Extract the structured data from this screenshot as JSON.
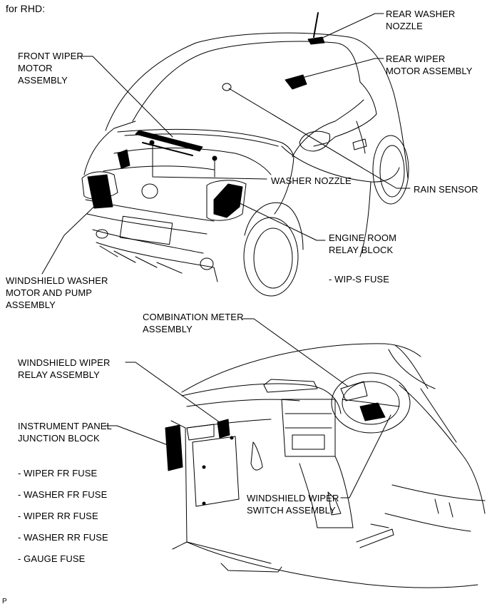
{
  "header": {
    "variant": "for RHD:"
  },
  "footer": {
    "code": "P"
  },
  "labels": {
    "rear_washer_nozzle": [
      "REAR WASHER",
      "NOZZLE"
    ],
    "rear_wiper_motor": [
      "REAR WIPER",
      "MOTOR ASSEMBLY"
    ],
    "front_wiper_motor": [
      "FRONT WIPER",
      "MOTOR",
      "ASSEMBLY"
    ],
    "washer_nozzle": "WASHER NOZZLE",
    "rain_sensor": "RAIN SENSOR",
    "engine_room_relay": [
      "ENGINE ROOM",
      "RELAY BLOCK"
    ],
    "wip_s_fuse": "- WIP-S FUSE",
    "windshield_washer_motor": [
      "WINDSHIELD WASHER",
      "MOTOR AND PUMP",
      "ASSEMBLY"
    ],
    "combination_meter": [
      "COMBINATION METER",
      "ASSEMBLY"
    ],
    "windshield_wiper_relay": [
      "WINDSHIELD WIPER",
      "RELAY ASSEMBLY"
    ],
    "instrument_panel_jb": [
      "INSTRUMENT PANEL",
      "JUNCTION BLOCK"
    ],
    "fuses": [
      "- WIPER FR FUSE",
      "- WASHER FR FUSE",
      "- WIPER RR FUSE",
      "- WASHER RR FUSE",
      "- GAUGE FUSE"
    ],
    "windshield_wiper_switch": [
      "WINDSHIELD WIPER",
      "SWITCH ASSEMBLY"
    ]
  }
}
